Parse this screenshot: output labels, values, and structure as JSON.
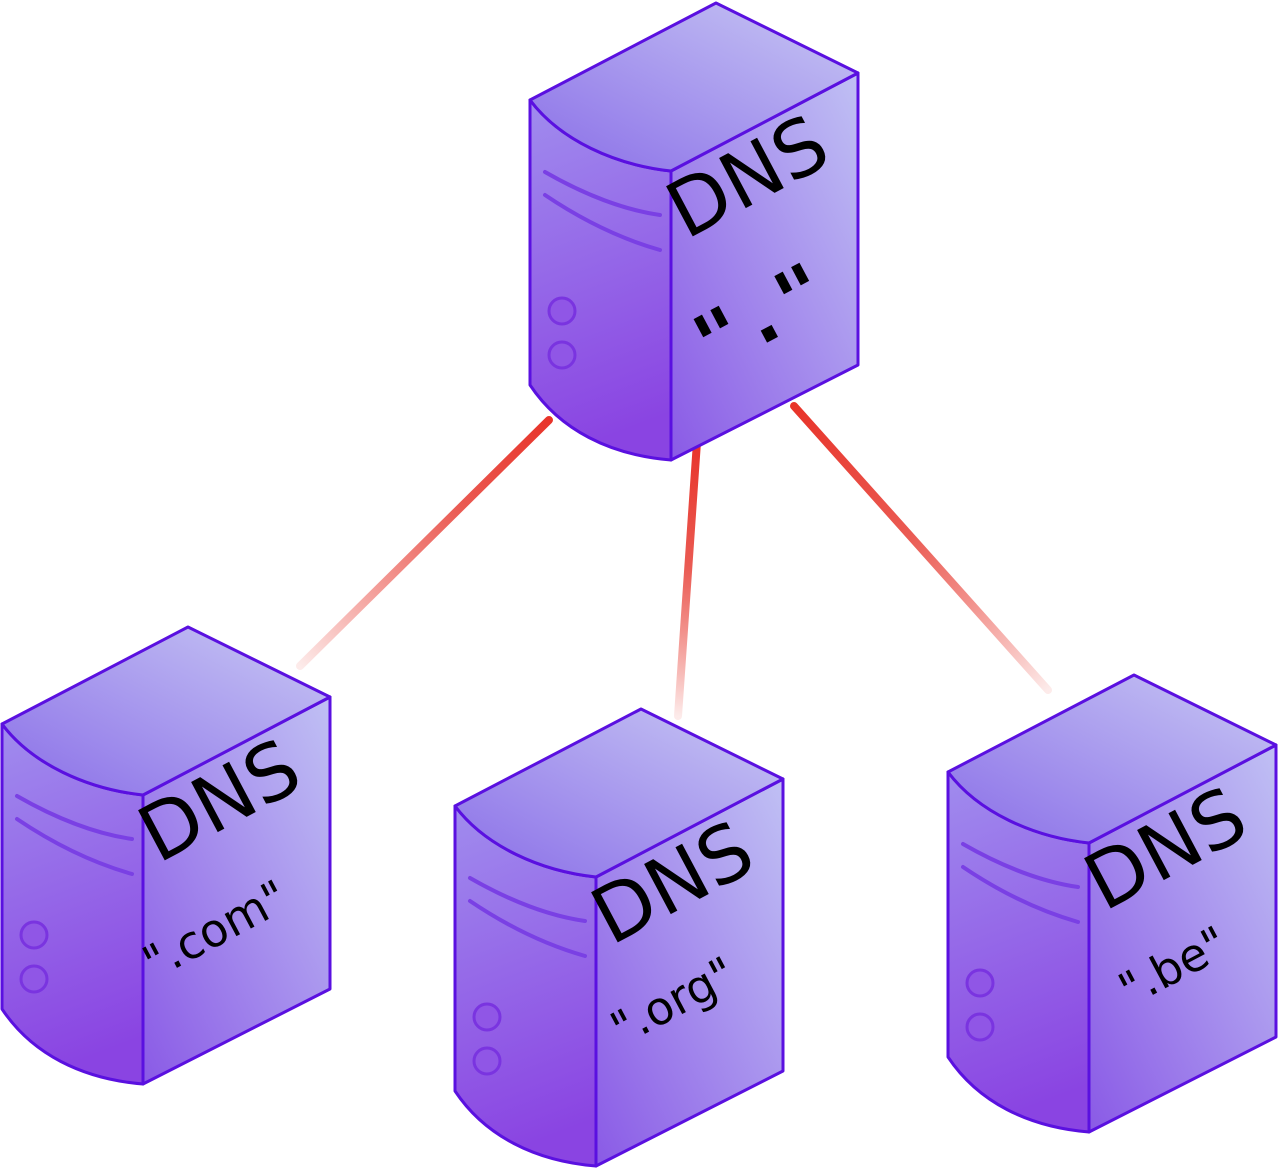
{
  "colors": {
    "link_color": "#e8342a",
    "server_outline": "#5a10e0",
    "server_fill_light": "#c2c4f2",
    "server_fill_mid": "#9a86ee",
    "server_fill_dark": "#8a3fe0",
    "text_color": "#000000"
  },
  "servers": {
    "root": {
      "dns_label": "DNS",
      "zone_label": "\".\""
    },
    "com": {
      "dns_label": "DNS",
      "zone_label": "\".com\""
    },
    "org": {
      "dns_label": "DNS",
      "zone_label": "\".org\""
    },
    "be": {
      "dns_label": "DNS",
      "zone_label": "\".be\""
    }
  },
  "links": [
    {
      "from": "root",
      "to": "com"
    },
    {
      "from": "root",
      "to": "org"
    },
    {
      "from": "root",
      "to": "be"
    }
  ]
}
